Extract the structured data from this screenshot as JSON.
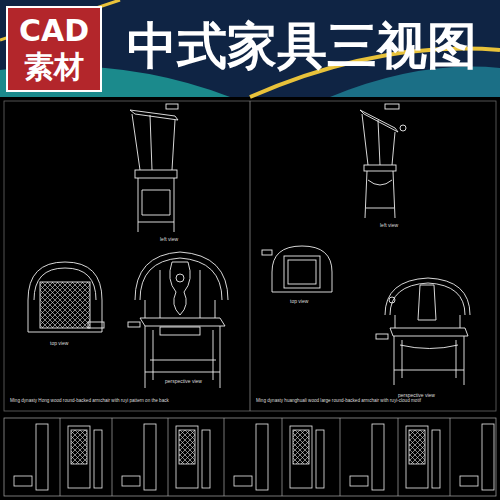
{
  "diagram": {
    "title": "中式家具三视图",
    "nodes": [
      {
        "text": [
          "CAD",
          "素材"
        ]
      }
    ],
    "labels": [
      "left view",
      "top view",
      "perspective view",
      "Ming dynasty Hong wood round-backed armchair with ruyi pattern on the back",
      "left view",
      "top view",
      "perspective view",
      "Ming dynasty huanghuali wood large round-backed armchair with ruyi-cloud motif"
    ]
  }
}
